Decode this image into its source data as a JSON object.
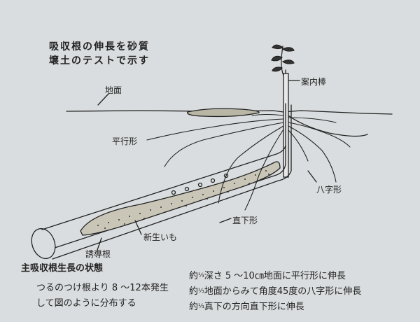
{
  "title": {
    "line1": "吸収根の伸長を砂質",
    "line2": "壌土のテストで示す"
  },
  "labels": {
    "ground": "地面",
    "stake": "案内棒",
    "parallel": "平行形",
    "hachiji": "八字形",
    "vertical": "直下形",
    "new_tuber": "新生いも",
    "induced_root": "誘導根"
  },
  "caption": {
    "heading": "主吸収根生長の状態",
    "line1": "つるのつけ根より 8 ～12本発生",
    "line2": "して図のように分布する"
  },
  "notes": {
    "fraction": "⅓",
    "yaku": "約",
    "n1_rest": "深さ 5 ～10㎝地面に平行形に伸長",
    "n2_rest": "地面からみて角度45度の八字形に伸長",
    "n3_rest": "真下の方向直下形に伸長"
  }
}
